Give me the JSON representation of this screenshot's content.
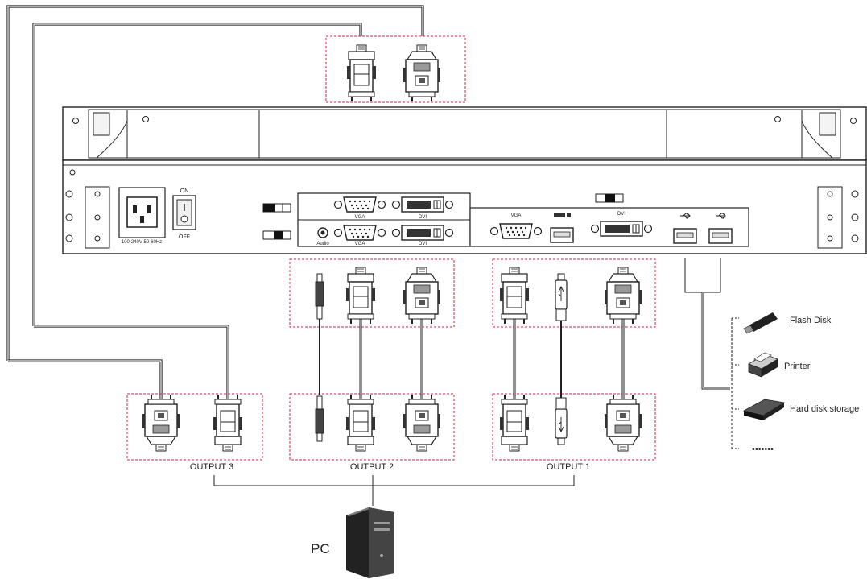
{
  "panel": {
    "power_rating": "100-240V 50-60Hz",
    "switch_on": "ON",
    "switch_off": "OFF",
    "top_vga": "VGA",
    "top_dvi": "DVI",
    "audio": "Audio",
    "bottom_vga": "VGA",
    "bottom_dvi": "DVI",
    "right_vga": "VGA",
    "right_dvi": "DVI"
  },
  "outputs": {
    "output3": "OUTPUT 3",
    "output2": "OUTPUT 2",
    "output1": "OUTPUT 1"
  },
  "devices": {
    "flash_disk": "Flash Disk",
    "printer": "Printer",
    "hard_disk": "Hard disk storage",
    "more": "•••••••"
  },
  "pc": {
    "label": "PC"
  }
}
